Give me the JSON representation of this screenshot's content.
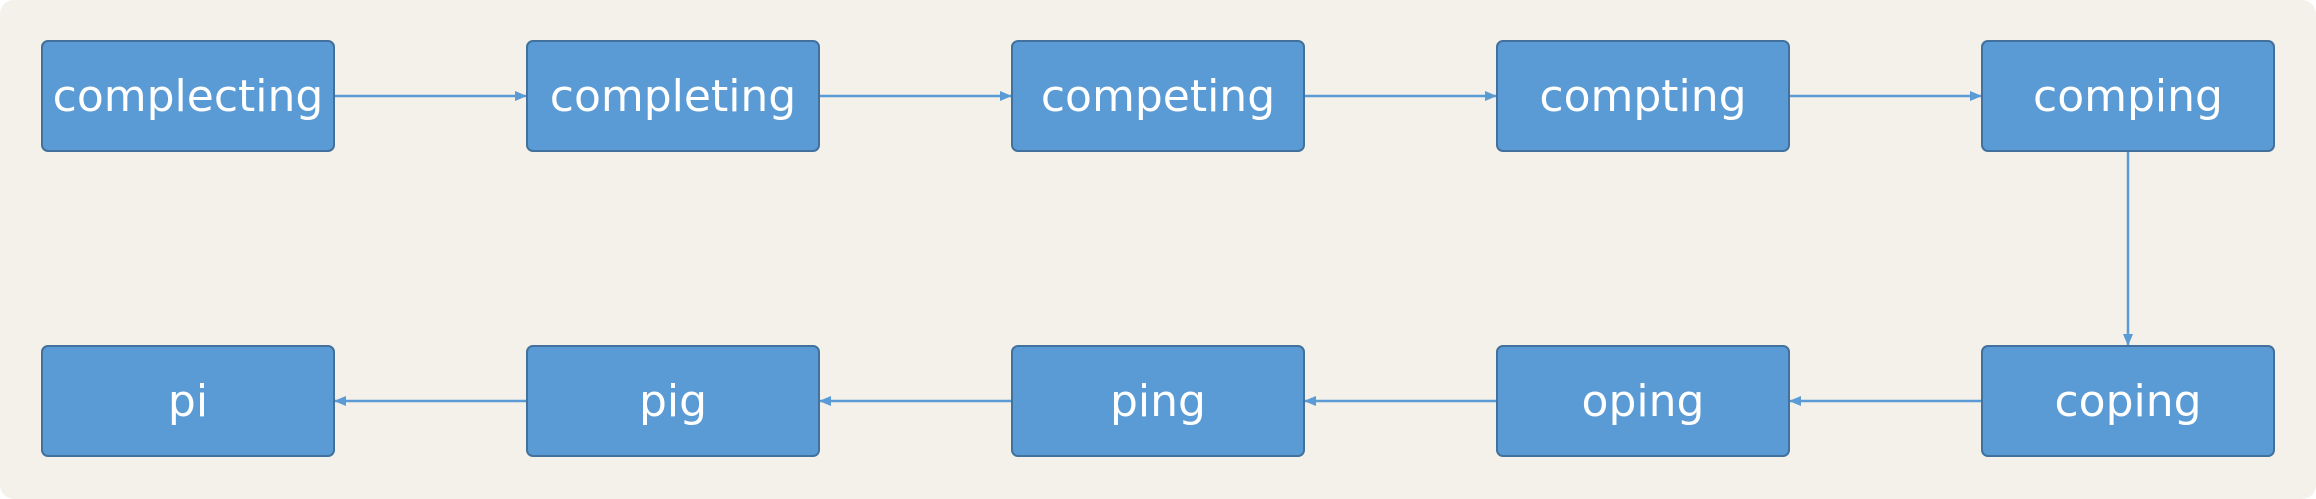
{
  "diagram": {
    "background_color": "#f4f1ea",
    "node_color": "#5b9bd5",
    "edge_color": "#5b9bd5",
    "nodes": [
      {
        "label": "complecting"
      },
      {
        "label": "completing"
      },
      {
        "label": "competing"
      },
      {
        "label": "compting"
      },
      {
        "label": "comping"
      },
      {
        "label": "coping"
      },
      {
        "label": "oping"
      },
      {
        "label": "ping"
      },
      {
        "label": "pig"
      },
      {
        "label": "pi"
      }
    ],
    "edges": [
      {
        "from": "complecting",
        "to": "completing"
      },
      {
        "from": "completing",
        "to": "competing"
      },
      {
        "from": "competing",
        "to": "compting"
      },
      {
        "from": "compting",
        "to": "comping"
      },
      {
        "from": "comping",
        "to": "coping"
      },
      {
        "from": "coping",
        "to": "oping"
      },
      {
        "from": "oping",
        "to": "ping"
      },
      {
        "from": "ping",
        "to": "pig"
      },
      {
        "from": "pig",
        "to": "pi"
      }
    ]
  }
}
